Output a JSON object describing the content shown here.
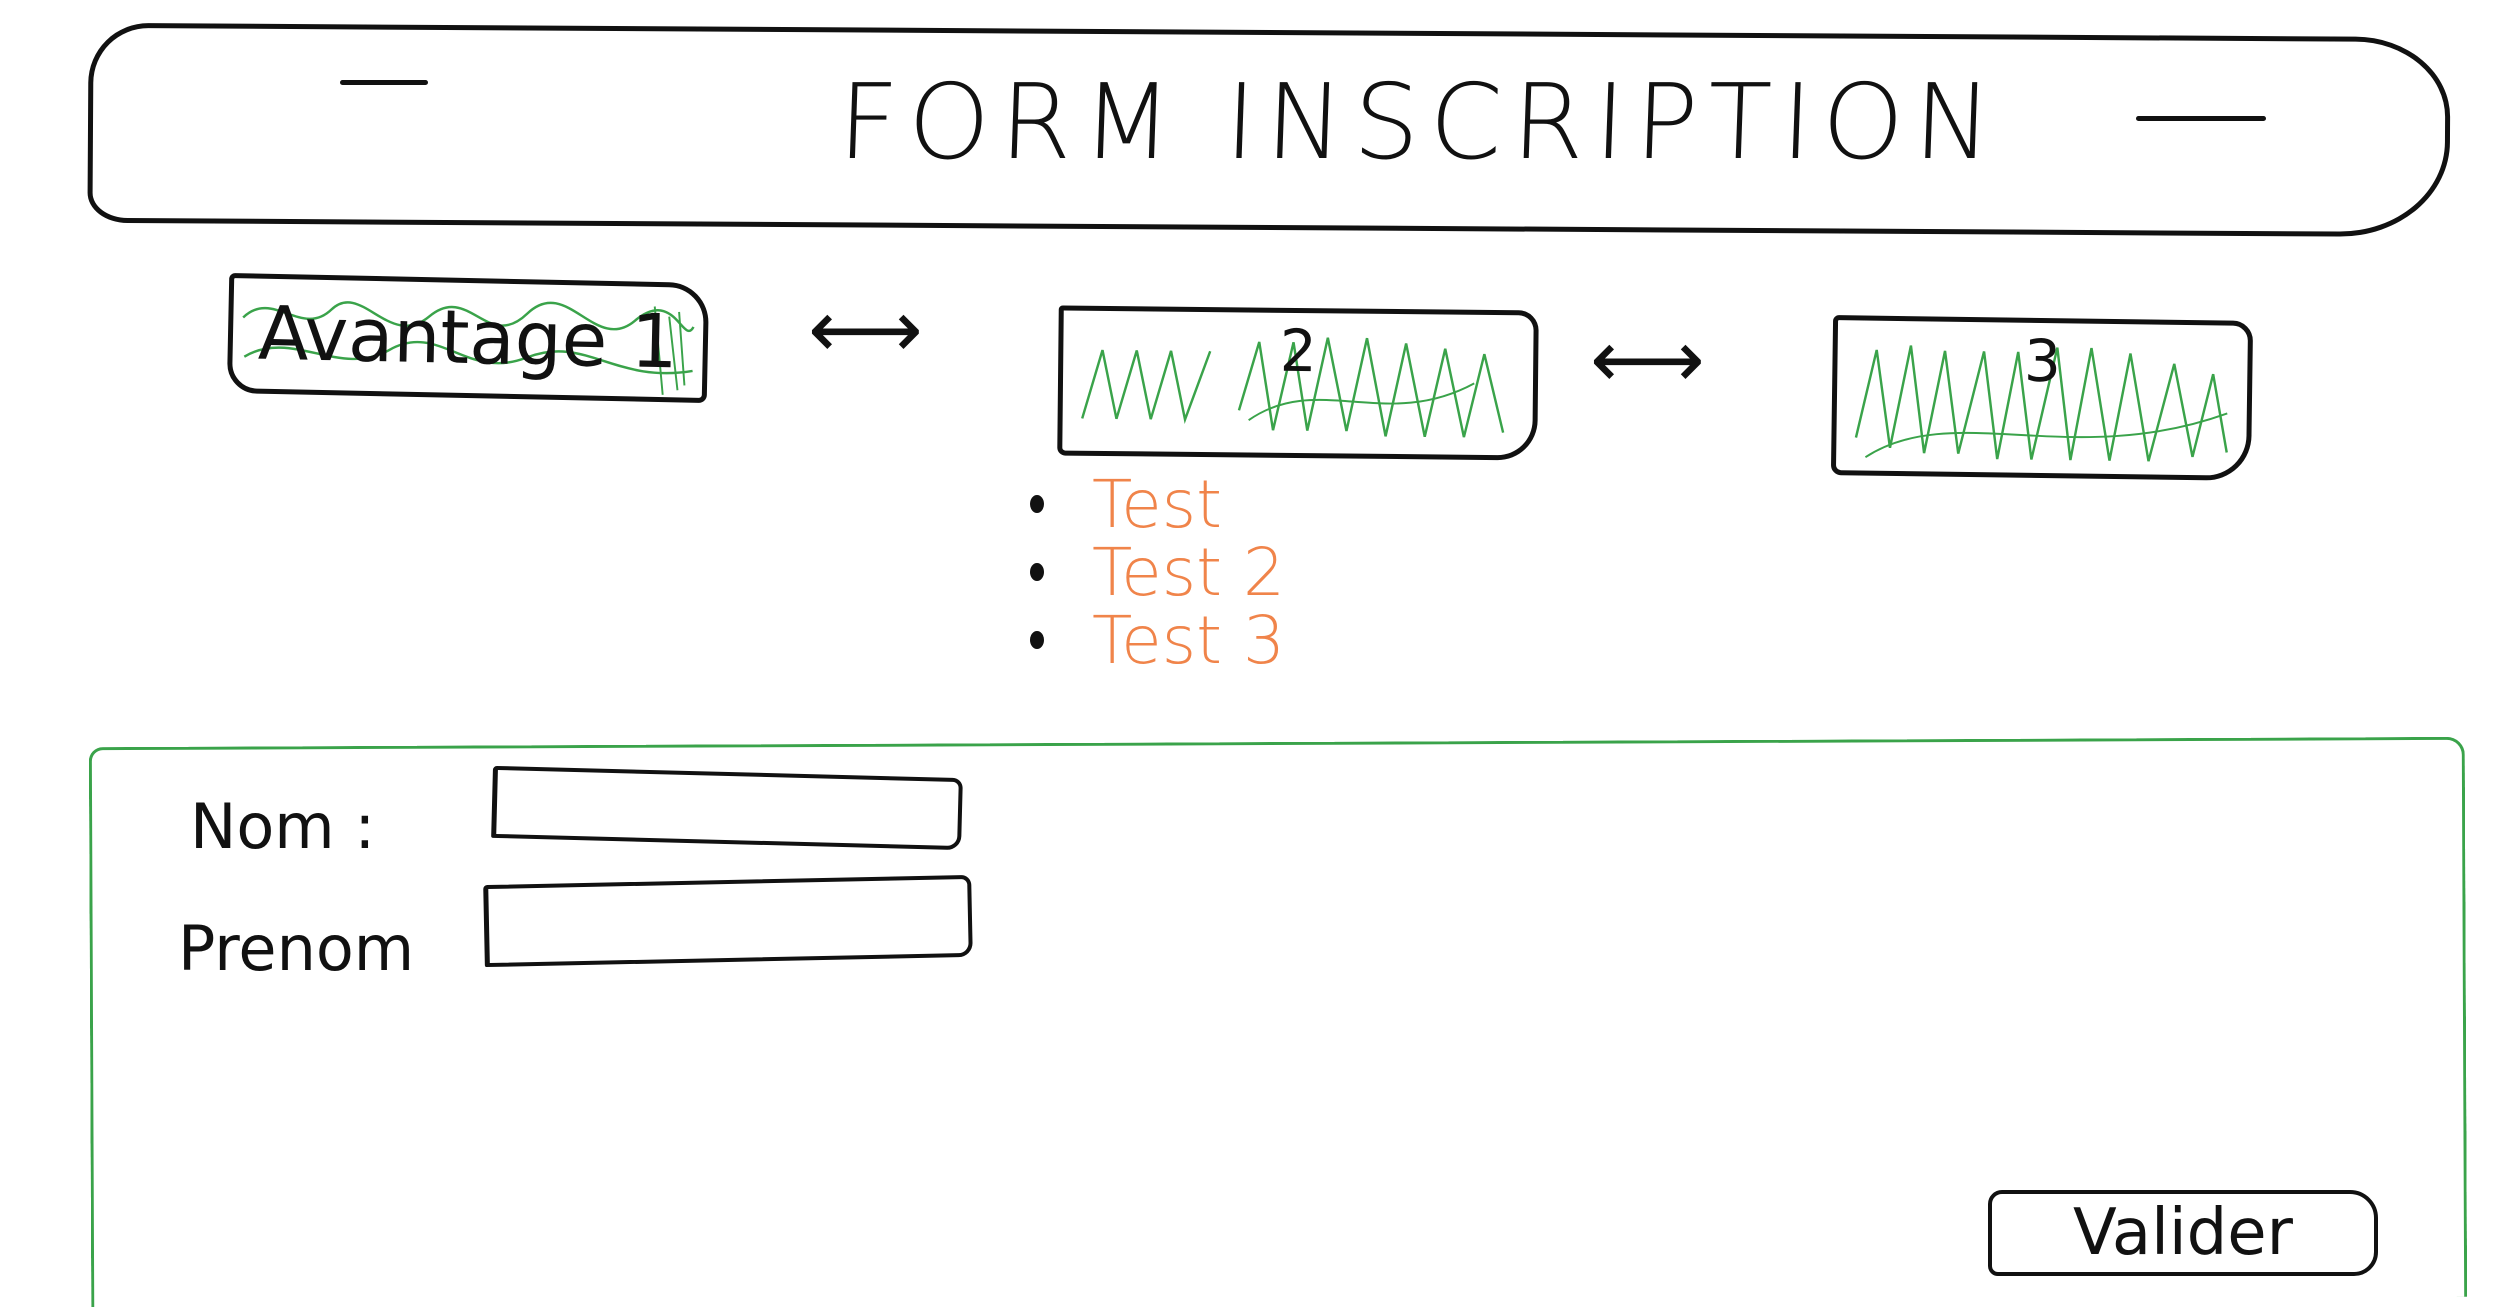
{
  "header": {
    "title": "FORM INSCRIPTION"
  },
  "advantages": [
    {
      "label": "Avantage 1"
    },
    {
      "label": "2"
    },
    {
      "label": "3"
    }
  ],
  "navigation": {
    "arrow_1": "⟷",
    "arrow_2": "⟷"
  },
  "bullet_list": [
    {
      "text": "Test"
    },
    {
      "text": "Test 2"
    },
    {
      "text": "Test 3"
    }
  ],
  "form": {
    "fields": [
      {
        "label": "Nom :",
        "value": ""
      },
      {
        "label": "Prenom",
        "value": ""
      }
    ],
    "submit_label": "Valider"
  },
  "colors": {
    "ink": "#111111",
    "highlight": "#3aa34a",
    "bullet_text": "#f0844a"
  }
}
